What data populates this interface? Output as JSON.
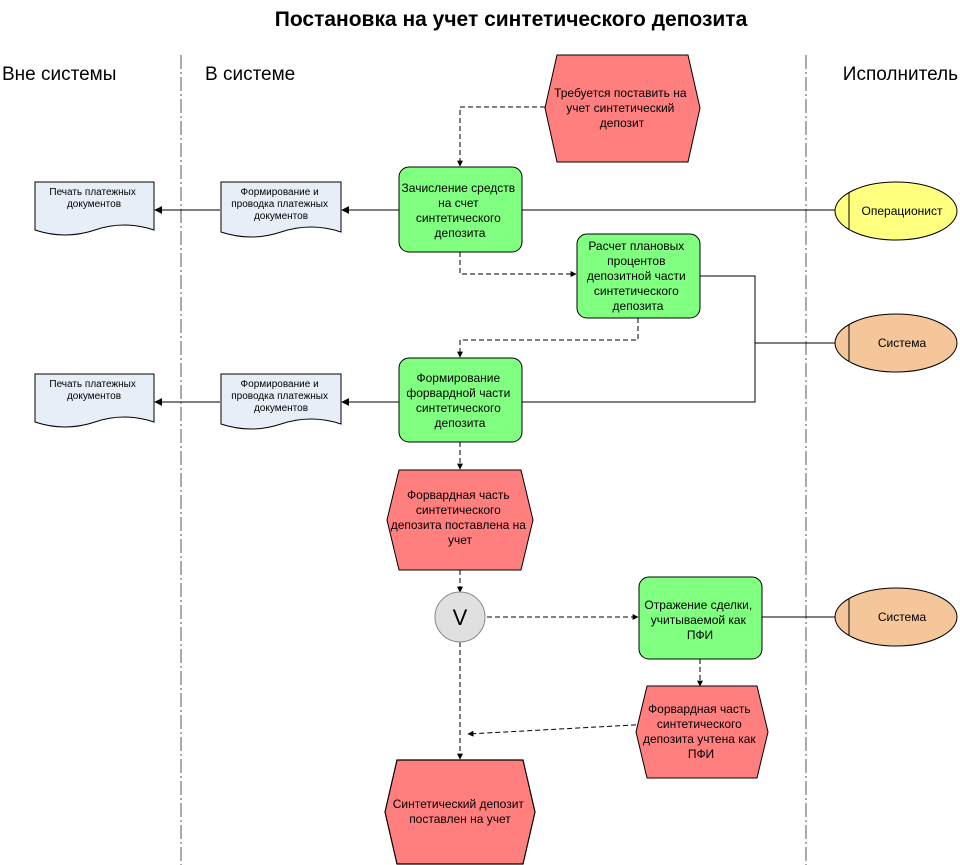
{
  "title": "Постановка на учет синтетического депозита",
  "lanes": {
    "outside": "Вне системы",
    "inside": "В системе",
    "performer": "Исполнитель"
  },
  "events": {
    "start": [
      "Требуется поставить на",
      "учет синтетический",
      "депозит"
    ],
    "forward_registered": [
      "Форвардная часть",
      "синтетического",
      "депозита поставлена на",
      "учет"
    ],
    "forward_as_pfi": [
      "Форвардная часть",
      "синтетического",
      "депозита учтена как",
      "ПФИ"
    ],
    "end": [
      "Синтетический депозит",
      "поставлен на учет"
    ]
  },
  "functions": {
    "credit": [
      "Зачисление средств",
      "на счет",
      "синтетического",
      "депозита"
    ],
    "plan_interest": [
      "Расчет плановых",
      "процентов",
      "депозитной части",
      "синтетического",
      "депозита"
    ],
    "forward_form": [
      "Формирование",
      "форвардной части",
      "синтетического",
      "депозита"
    ],
    "pfi_deal": [
      "Отражение сделки,",
      "учитываемой как",
      "ПФИ"
    ]
  },
  "documents": {
    "payment_form_1": [
      "Формирование и",
      "проводка платежных",
      "документов"
    ],
    "payment_form_2": [
      "Формирование и",
      "проводка платежных",
      "документов"
    ],
    "print_1": [
      "Печать платежных",
      "документов"
    ],
    "print_2": [
      "Печать платежных",
      "документов"
    ]
  },
  "roles": {
    "operator": "Операционист",
    "system_1": "Система",
    "system_2": "Система"
  },
  "connector": {
    "xor": "V"
  },
  "colors": {
    "event": "#ff7f7f",
    "function": "#80ff80",
    "document": "#e8eef8",
    "role_operator": "#ffff80",
    "role_system": "#f5c69a",
    "connector": "#e0e0e0"
  }
}
